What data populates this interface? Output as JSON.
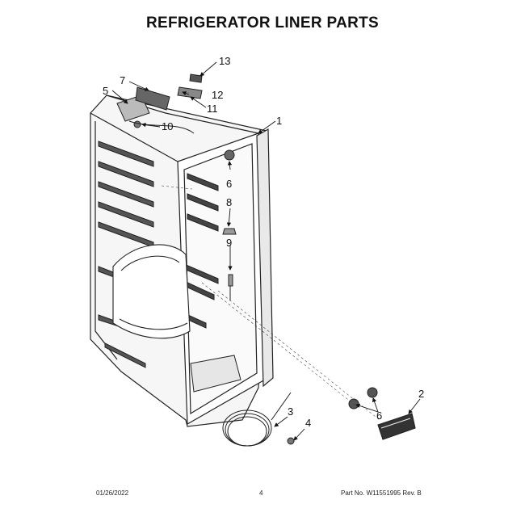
{
  "title": "REFRIGERATOR LINER PARTS",
  "callouts": {
    "c1": "1",
    "c2": "2",
    "c3": "3",
    "c4": "4",
    "c5": "5",
    "c6a": "6",
    "c6b": "6",
    "c7": "7",
    "c8": "8",
    "c9": "9",
    "c10": "10",
    "c11": "11",
    "c12": "12",
    "c13": "13"
  },
  "footer": {
    "date": "01/26/2022",
    "page": "4",
    "part_number": "Part No. W11551995  Rev. B"
  }
}
